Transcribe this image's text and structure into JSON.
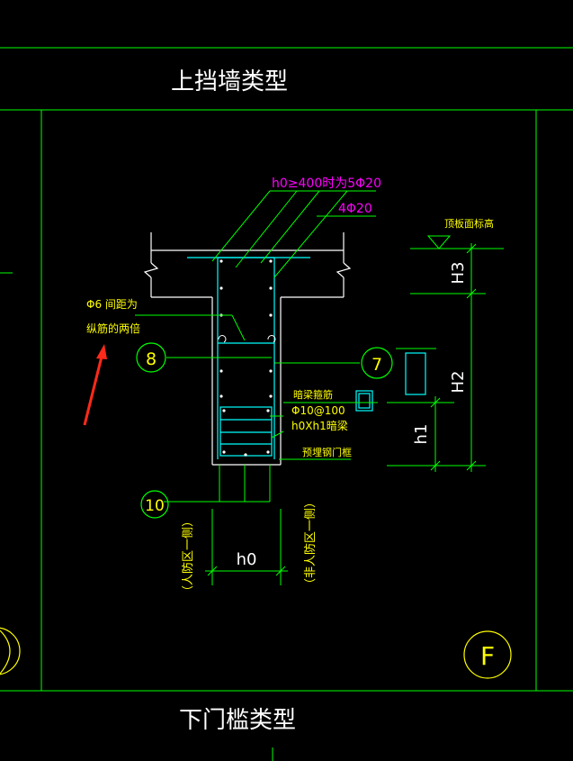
{
  "title_top": "上挡墙类型",
  "title_bottom": "下门槛类型",
  "annotations": {
    "rebar_top_main": "h0≥400时为5Φ20",
    "rebar_top_alt": "4Φ20",
    "slab_elevation": "顶板面标高",
    "stirrup_note_line1": "Φ6 间距为",
    "stirrup_note_line2": "纵筋的两倍",
    "hidden_beam_stirrup": "暗梁箍筋",
    "stirrup_spec": "Φ10@100",
    "hidden_beam_size": "h0Xh1暗梁",
    "embedded_frame": "预埋钢门框",
    "people_side": "（人防区一侧）",
    "non_people_side": "（非人防区一侧）"
  },
  "dimensions": {
    "h3": "H3",
    "h2": "H2",
    "h1": "h1",
    "h0": "h0"
  },
  "callouts": {
    "c8": "8",
    "c7": "7",
    "c10": "10",
    "cF": "F"
  },
  "colors": {
    "background": "#000000",
    "frame": "#00ff00",
    "rebar": "#00ffff",
    "text_yellow": "#ffff00",
    "text_magenta": "#ff00ff",
    "text_white": "#ffffff",
    "arrow": "#ff2a1a"
  }
}
